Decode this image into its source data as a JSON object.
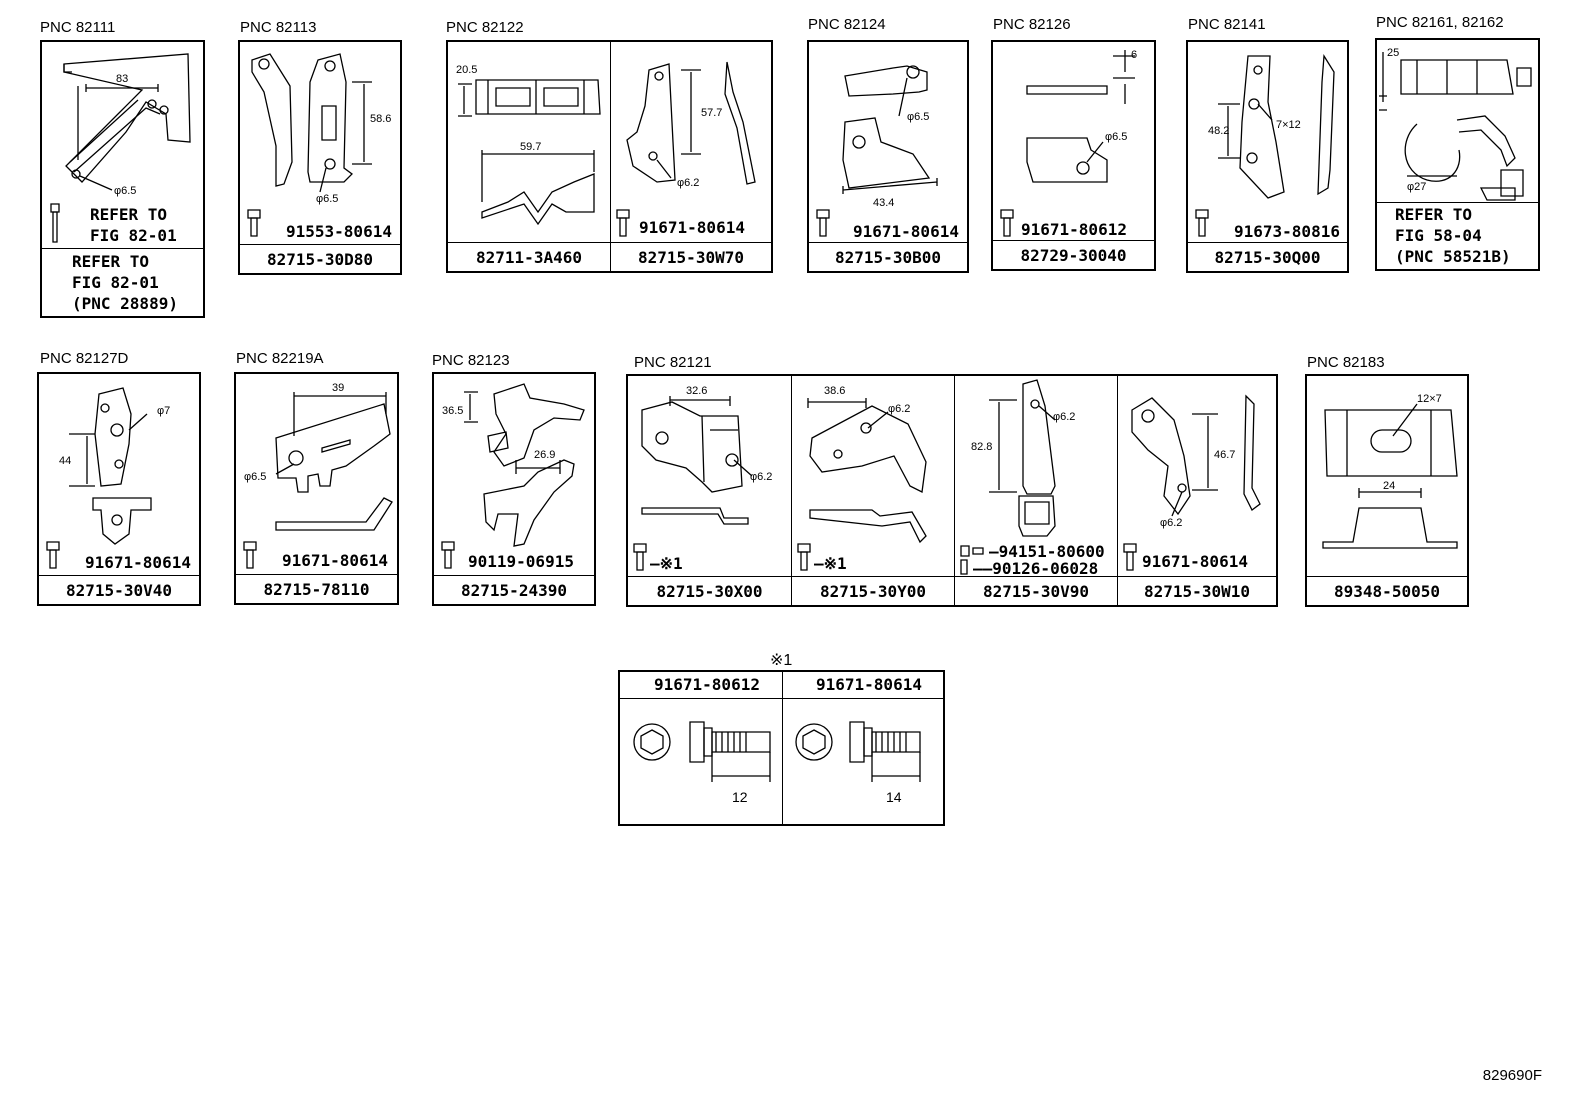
{
  "pnc_labels": {
    "p82111": "PNC 82111",
    "p82113": "PNC 82113",
    "p82122": "PNC 82122",
    "p82124": "PNC 82124",
    "p82126": "PNC 82126",
    "p82141": "PNC 82141",
    "p82161": "PNC 82161, 82162",
    "p82127d": "PNC 82127D",
    "p82219a": "PNC 82219A",
    "p82123": "PNC 82123",
    "p82121": "PNC 82121",
    "p82183": "PNC 82183"
  },
  "part_numbers": {
    "p82113": "82715-30D80",
    "p82122a": "82711-3A460",
    "p82122b": "82715-30W70",
    "p82124": "82715-30B00",
    "p82126": "82729-30040",
    "p82141": "82715-30Q00",
    "p82127d": "82715-30V40",
    "p82219a": "82715-78110",
    "p82123": "82715-24390",
    "p82121a": "82715-30X00",
    "p82121b": "82715-30Y00",
    "p82121c": "82715-30V90",
    "p82121d": "82715-30W10",
    "p82183": "89348-50050"
  },
  "fasteners": {
    "p82113": "91553-80614",
    "p82122b": "91671-80614",
    "p82124": "91671-80614",
    "p82126": "91671-80612",
    "p82141": "91673-80816",
    "p82127d": "91671-80614",
    "p82219a": "91671-80614",
    "p82123": "90119-06915",
    "p82121a": "※1",
    "p82121b": "※1",
    "p82121c1": "94151-80600",
    "p82121c2": "90126-06028",
    "p82121d": "91671-80614"
  },
  "refer_notes": {
    "p82111_inner": [
      "REFER TO",
      "FIG 82-01"
    ],
    "p82111_outer": [
      "REFER TO",
      "FIG 82-01",
      "(PNC 28889)"
    ],
    "p82161": [
      "REFER TO",
      "FIG 58-04",
      "(PNC 58521B)"
    ]
  },
  "dimensions": {
    "p82111_len": "83",
    "p82111_hole": "φ6.5",
    "p82113_len": "58.6",
    "p82113_hole": "φ6.5",
    "p82122_h": "20.5",
    "p82122_w": "59.7",
    "p82122b_len": "57.7",
    "p82122b_hole": "φ6.2",
    "p82124_hole1": "φ6.5",
    "p82124_w": "43.4",
    "p82126_h": "6",
    "p82126_hole": "φ6.5",
    "p82141_len": "48.2",
    "p82141_slot": "7×12",
    "p82161_h": "25",
    "p82161_dia": "φ27",
    "p82127d_hole": "φ7",
    "p82127d_len": "44",
    "p82219a_w": "39",
    "p82219a_hole": "φ6.5",
    "p82123_h": "36.5",
    "p82123_w": "26.9",
    "p82121a_w": "32.6",
    "p82121a_hole": "φ6.2",
    "p82121b_w": "38.6",
    "p82121b_hole": "φ6.2",
    "p82121c_len": "82.8",
    "p82121c_hole": "φ6.2",
    "p82121d_len": "46.7",
    "p82121d_hole": "φ6.2",
    "p82183_slot": "12×7",
    "p82183_w": "24"
  },
  "note_table": {
    "mark": "※1",
    "col1_part": "91671-80612",
    "col1_len": "12",
    "col2_part": "91671-80614",
    "col2_len": "14"
  },
  "figure_number": "829690F"
}
